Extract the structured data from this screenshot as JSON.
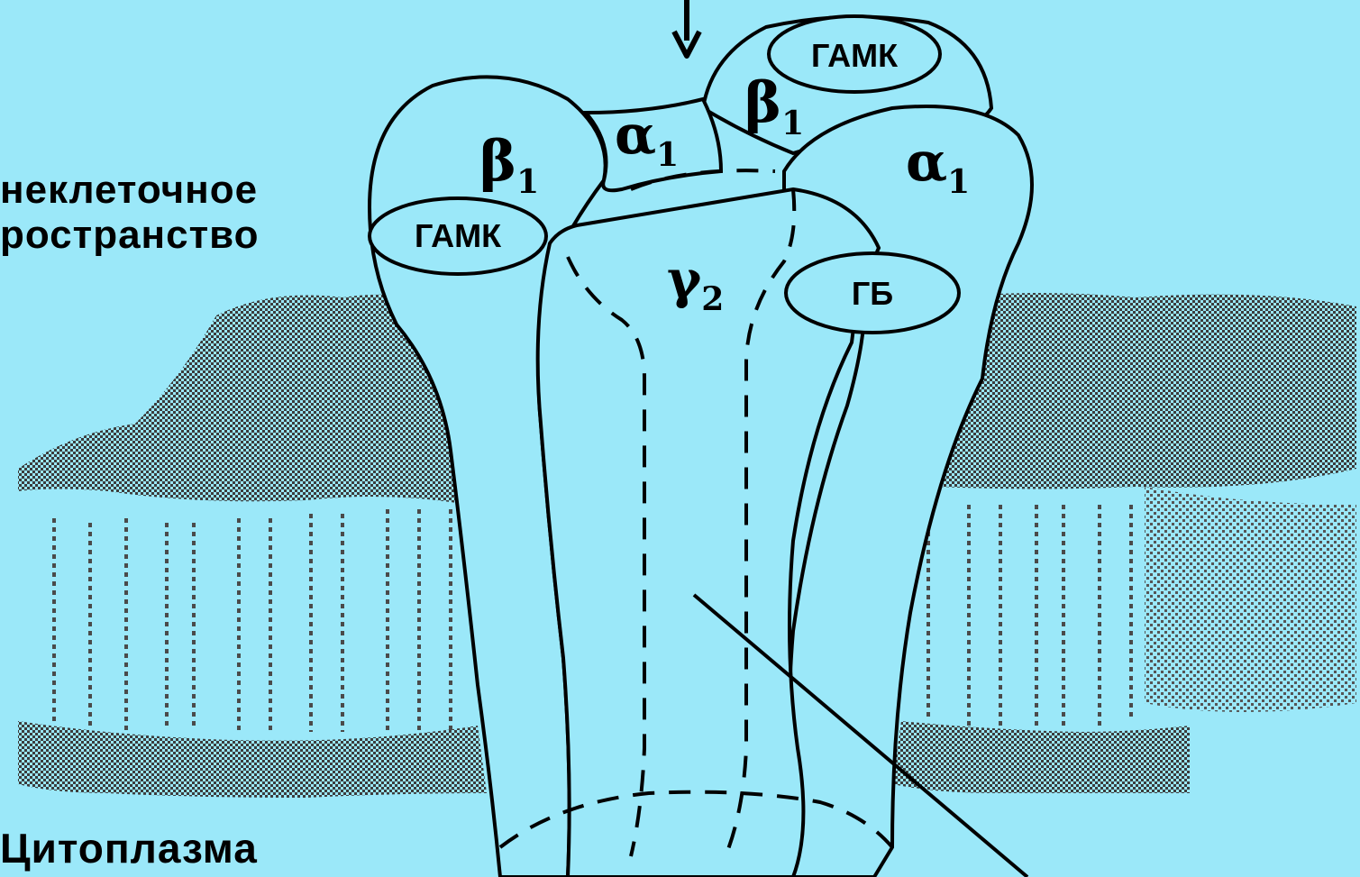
{
  "labels": {
    "extracellular_line1": "неклеточное",
    "extracellular_line2": "ространство",
    "cytoplasm": "Цитоплазма"
  },
  "subunits": {
    "beta1_left": {
      "greek": "β",
      "sub": "1"
    },
    "alpha1_top": {
      "greek": "α",
      "sub": "1"
    },
    "beta1_top": {
      "greek": "β",
      "sub": "1"
    },
    "alpha1_right": {
      "greek": "α",
      "sub": "1"
    },
    "gamma2": {
      "greek": "γ",
      "sub": "2"
    }
  },
  "binding_sites": {
    "gaba_top": "ГАМК",
    "gaba_left": "ГАМК",
    "gb": "ГБ"
  },
  "colors": {
    "background": "#9be8f9",
    "outline": "#000000",
    "membrane": "#4a4a4a"
  }
}
